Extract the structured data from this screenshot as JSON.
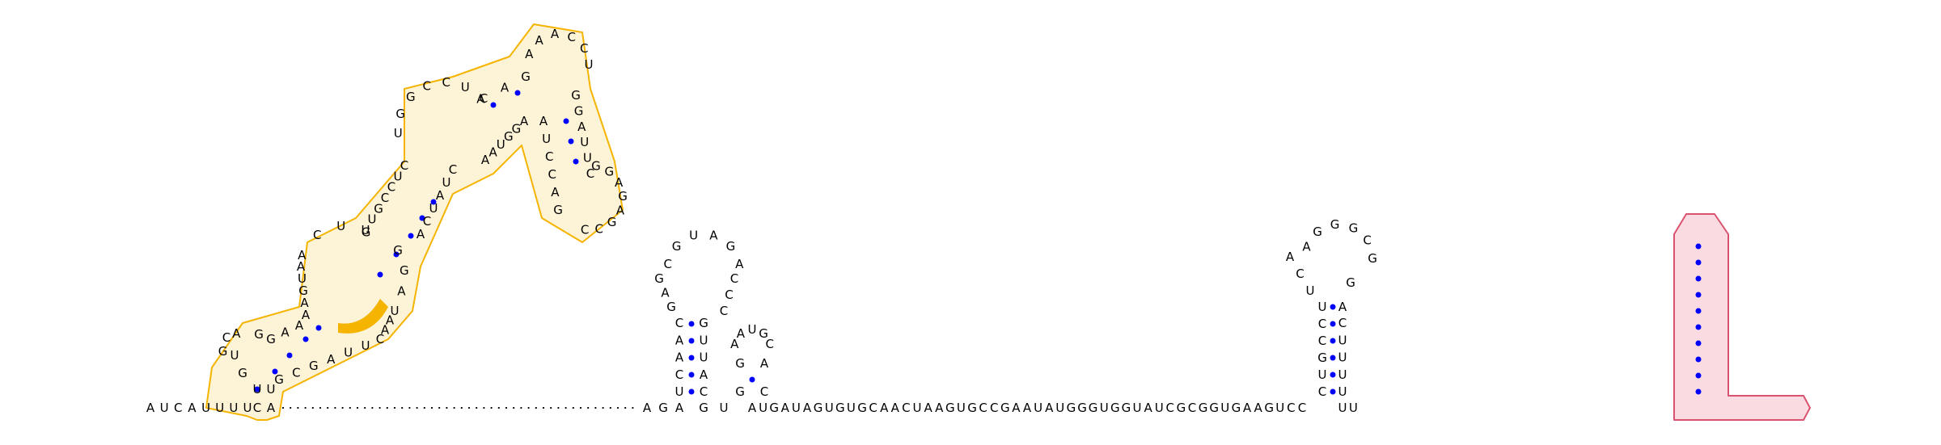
{
  "sequence": {
    "nucleotides": "AUCAUUUUCUGUCGAGGAAAAGUAACUGUUGCCUCUGGCCUACAGAAACCUGGAUUCGGAGAGCCGACCUAAGGUAACUAUCAGGAUAACUUAGCGUAAGAUCAACGAGCGUAGACCCGUUACGUGGAAUGCACAUGAUAGUGUGCAACUAAGUGCCGAAUAUGGGUGGUAUCGCGGUGAAGUCCCUGCCUUCAAGGGCGGACUUUUUU",
    "gap": "················································"
  },
  "colors": {
    "backbone": "#000000",
    "pair": "#0000ff",
    "highlight1_fill": "#fdf3d6",
    "highlight1_stroke": "#f5b400",
    "highlight1_mark": "#f5b400",
    "highlight2_fill": "#fbdbe2",
    "highlight2_stroke": "#d9536f"
  },
  "regions": [
    {
      "name": "highlight-region-1",
      "style": "yellow",
      "description_shown": false
    },
    {
      "name": "highlight-region-2",
      "style": "pink",
      "description_shown": false
    }
  ]
}
